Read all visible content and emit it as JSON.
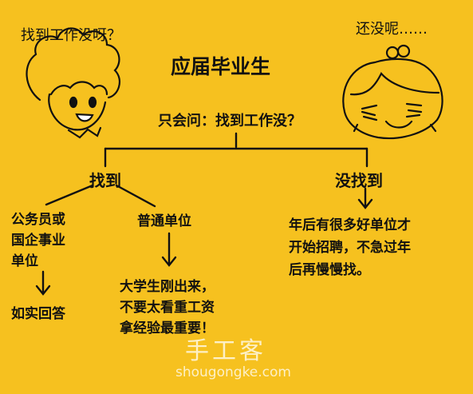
{
  "colors": {
    "background": "#f6c11f",
    "ink": "#111111",
    "watermark": "#ffffff"
  },
  "speech_left": "找到工作没呀？",
  "speech_right": "还没呢……",
  "title": "应届毕业生",
  "question": "只会问：找到工作没？",
  "branch_found": "找到",
  "branch_not_found": "没找到",
  "civil_service": [
    "公务员或",
    "国企事业",
    "单位"
  ],
  "ordinary": "普通单位",
  "honest_answer": "如实回答",
  "ordinary_advice": [
    "大学生刚出来，",
    "不要太看重工资",
    "拿经验最重要！"
  ],
  "not_found_advice": [
    "年后有很多好单位才",
    "开始招聘，不急过年",
    "后再慢慢找。"
  ],
  "watermark": {
    "brand": "手工客",
    "url": "shougongke.com"
  }
}
